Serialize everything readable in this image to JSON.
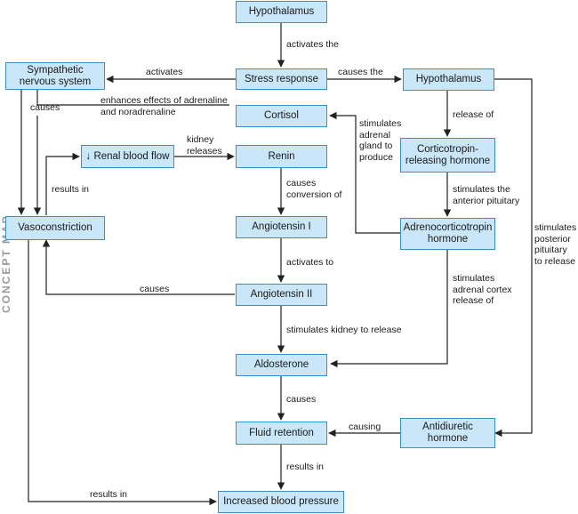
{
  "side_label": "CONCEPT MAP",
  "nodes": {
    "hypothalamus_top": "Hypothalamus",
    "stress_response": "Stress response",
    "sympathetic": "Sympathetic nervous system",
    "hypothalamus_right": "Hypothalamus",
    "cortisol": "Cortisol",
    "crh": "Corticotropin-releasing hormone",
    "renal": "↓ Renal blood flow",
    "renin": "Renin",
    "vasoconstriction": "Vasoconstriction",
    "angiotensin1": "Angiotensin I",
    "acth": "Adrenocorticotropin hormone",
    "angiotensin2": "Angiotensin II",
    "aldosterone": "Aldosterone",
    "fluid": "Fluid retention",
    "adh": "Antidiuretic hormone",
    "bp": "Increased blood pressure"
  },
  "labels": {
    "activates_the": "activates the",
    "activates": "activates",
    "causes_the": "causes the",
    "causes_symp": "causes",
    "enhances": "enhances effects of adrenaline\nand noradrenaline",
    "stim_adrenal": "stimulates\nadrenal\ngland to\nproduce",
    "release_of": "release of",
    "kidney_releases": "kidney\nreleases",
    "results_in_renal": "results in",
    "causes_conversion": "causes\nconversion of",
    "stim_anterior": "stimulates the\nanterior pituitary",
    "stim_posterior": "stimulates\nposterior\npituitary\nto release",
    "activates_to": "activates to",
    "causes_ang2": "causes",
    "stim_cortex": "stimulates\nadrenal cortex\nrelease of",
    "stim_kidney": "stimulates kidney to release",
    "causes_ald": "causes",
    "causing": "causing",
    "results_in_fluid": "results in",
    "results_in_bp": "results in"
  },
  "colors": {
    "box_fill": "#c9e7f8",
    "box_border": "#3a8fc4",
    "line": "#222222"
  }
}
